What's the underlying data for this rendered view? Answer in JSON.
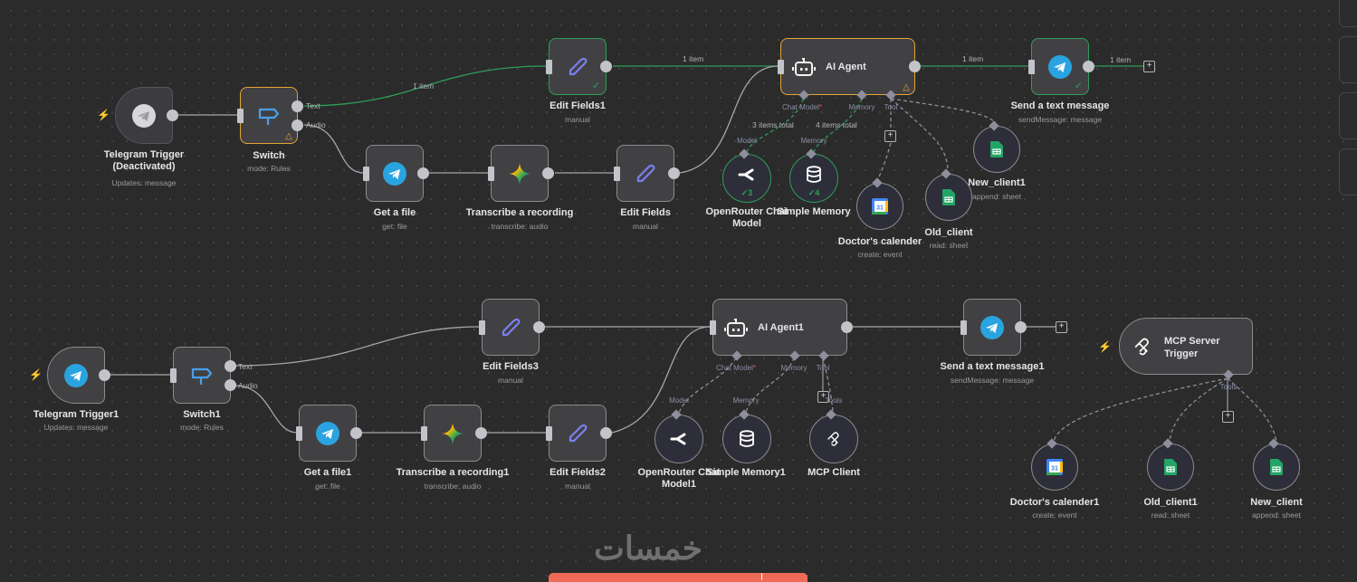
{
  "canvas": {
    "background": "#2b2b2b",
    "success_color": "#2e9e58",
    "warning_color": "#e5a534",
    "trigger_color": "#ef5353"
  },
  "workflow1": {
    "telegram_trigger": {
      "title_line1": "Telegram Trigger",
      "title_line2": "(Deactivated)",
      "subtitle": "Updates: message",
      "icon": "telegram-icon"
    },
    "switch": {
      "title": "Switch",
      "subtitle": "mode: Rules",
      "output_text": "Text",
      "output_audio": "Audio",
      "icon": "signpost-icon"
    },
    "edit_fields1": {
      "title": "Edit Fields1",
      "subtitle": "manual",
      "icon": "pencil-icon"
    },
    "ai_agent": {
      "title": "AI Agent",
      "port_chat_model": "Chat Model",
      "port_memory": "Memory",
      "port_tool": "Tool",
      "required_mark": "*",
      "icon": "robot-icon"
    },
    "send_text": {
      "title": "Send a text message",
      "subtitle": "sendMessage: message",
      "icon": "telegram-icon"
    },
    "get_file": {
      "title": "Get a file",
      "subtitle": "get: file",
      "icon": "telegram-icon"
    },
    "transcribe": {
      "title": "Transcribe a recording",
      "subtitle": "transcribe: audio",
      "icon": "gemini-icon"
    },
    "edit_fields": {
      "title": "Edit Fields",
      "subtitle": "manual",
      "icon": "pencil-icon"
    },
    "openrouter": {
      "title_line1": "OpenRouter Chat",
      "title_line2": "Model",
      "port": "Model",
      "count": "✓3",
      "icon": "openrouter-icon"
    },
    "memory": {
      "title": "Simple Memory",
      "port": "Memory",
      "count": "✓4",
      "icon": "database-icon"
    },
    "calendar": {
      "title": "Doctor's calender",
      "subtitle": "create: event",
      "icon": "google-calendar-icon"
    },
    "old_client": {
      "title": "Old_client",
      "subtitle": "read: sheet",
      "icon": "google-sheets-icon"
    },
    "new_client1": {
      "title": "New_client1",
      "subtitle": "append: sheet",
      "icon": "google-sheets-icon"
    },
    "edge_labels": {
      "switch_to_edit": "1 item",
      "edit_to_agent": "1 item",
      "agent_to_send": "1 item",
      "send_out": "1 item",
      "model_total": "3 items total",
      "memory_total": "4 items total"
    }
  },
  "workflow2": {
    "telegram_trigger": {
      "title": "Telegram Trigger1",
      "subtitle": "Updates: message",
      "icon": "telegram-icon"
    },
    "switch": {
      "title": "Switch1",
      "subtitle": "mode: Rules",
      "output_text": "Text",
      "output_audio": "Audio"
    },
    "edit_fields3": {
      "title": "Edit Fields3",
      "subtitle": "manual"
    },
    "ai_agent": {
      "title": "AI Agent1",
      "port_chat_model": "Chat Model",
      "port_memory": "Memory",
      "port_tool": "Tool",
      "required_mark": "*"
    },
    "send_text": {
      "title": "Send a text message1",
      "subtitle": "sendMessage: message"
    },
    "get_file": {
      "title": "Get a file1",
      "subtitle": "get: file"
    },
    "transcribe": {
      "title": "Transcribe a recording1",
      "subtitle": "transcribe: audio"
    },
    "edit_fields2": {
      "title": "Edit Fields2",
      "subtitle": "manual"
    },
    "openrouter": {
      "title_line1": "OpenRouter Chat",
      "title_line2": "Model1",
      "port": "Model"
    },
    "memory": {
      "title": "Simple Memory1",
      "port": "Memory"
    },
    "mcp_client": {
      "title": "MCP Client",
      "port": "Tools",
      "icon": "mcp-icon"
    },
    "mcp_trigger": {
      "title_line1": "MCP Server",
      "title_line2": "Trigger",
      "port": "Tools",
      "icon": "mcp-icon"
    },
    "calendar": {
      "title": "Doctor's calender1",
      "subtitle": "create: event"
    },
    "old_client": {
      "title": "Old_client1",
      "subtitle": "read: sheet"
    },
    "new_client": {
      "title": "New_client",
      "subtitle": "append: sheet"
    }
  },
  "watermark": "خمسات",
  "add_symbol": "+",
  "check_symbol": "✓",
  "warning_symbol": "△",
  "bolt_symbol": "⚡"
}
